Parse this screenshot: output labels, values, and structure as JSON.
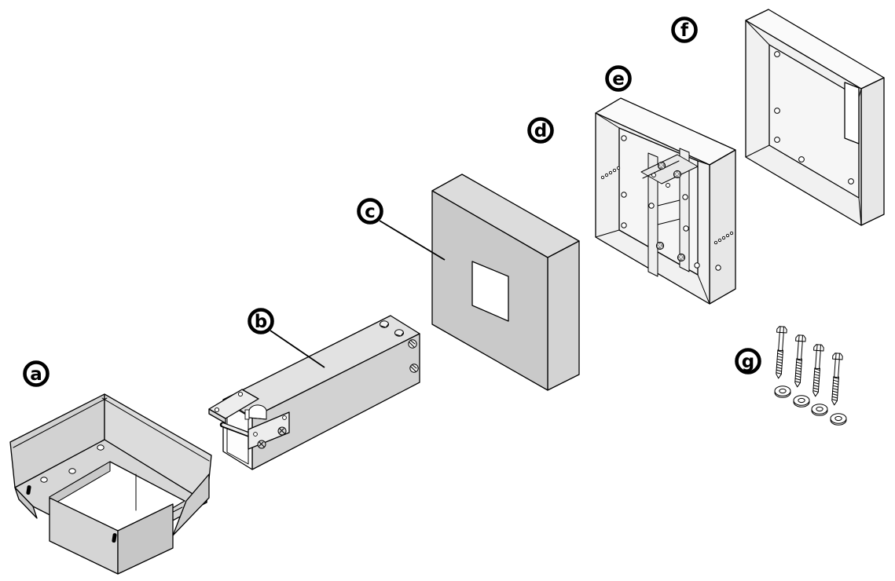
{
  "figure": {
    "type": "exploded-assembly-diagram",
    "background_color": "#ffffff",
    "callouts": {
      "a": "a",
      "b": "b",
      "c": "c",
      "d": "d",
      "e": "e",
      "f": "f",
      "g": "g"
    }
  },
  "colors": {
    "outline": "#000000",
    "fill_white": "#ffffff",
    "fill_very_light": "#f4f4f4",
    "fill_light": "#e2e2e2",
    "fill_mid": "#d4d4d4",
    "fill_dark": "#c8c8c8"
  }
}
